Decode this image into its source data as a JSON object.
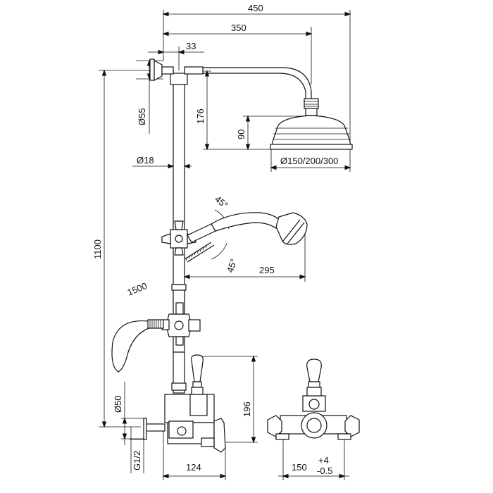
{
  "diagram": {
    "dimensions": {
      "total_width": "450",
      "arm_length": "350",
      "rail_offset": "33",
      "flange_diameter": "Ø55",
      "arm_drop": "176",
      "head_height": "90",
      "head_diameter": "Ø150/200/300",
      "rail_diameter": "Ø18",
      "angle_upper": "45°",
      "angle_lower": "45°",
      "overall_height": "1100",
      "hand_shower_reach": "295",
      "hose_length": "1500",
      "outlet_diameter": "Ø50",
      "valve_height": "196",
      "inlet_thread": "G1/2",
      "valve_depth": "124",
      "inlet_centres": "150",
      "tolerance_plus": "+4",
      "tolerance_minus": "-0.5"
    }
  }
}
